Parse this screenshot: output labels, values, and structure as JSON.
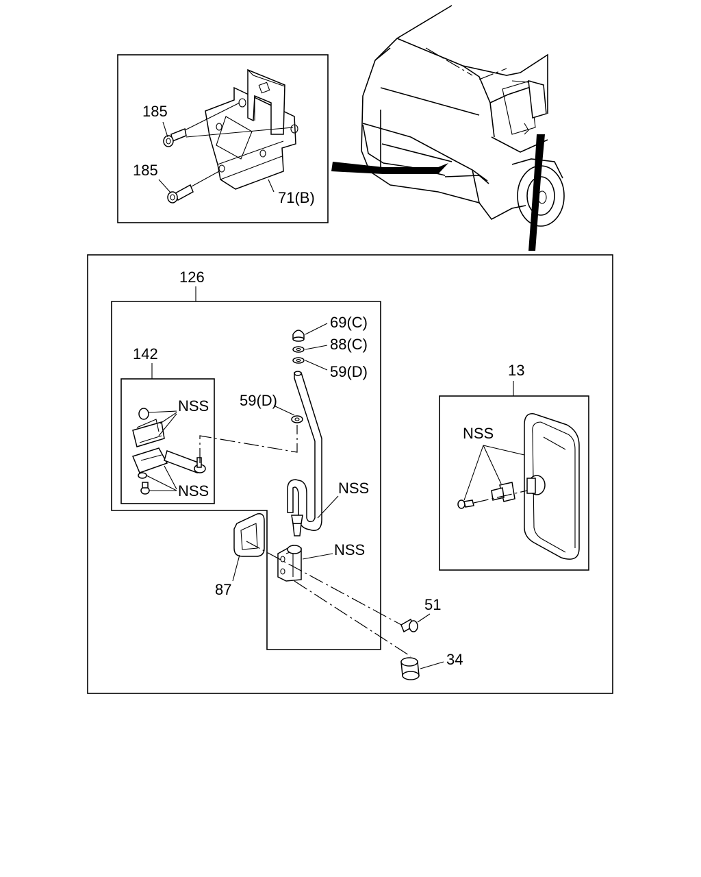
{
  "diagram": {
    "type": "exploded parts diagram",
    "labels": {
      "bolt_upper": "185",
      "bolt_lower": "185",
      "bracket": "71(B)",
      "arm_assembly": "126",
      "stay_assembly": "142",
      "nut_cap": "69(C)",
      "washer_top": "88(C)",
      "washer_mid": "59(D)",
      "washer_left": "59(D)",
      "nss_stay_top": "NSS",
      "nss_stay_bottom": "NSS",
      "nss_arm": "NSS",
      "nss_hinge": "NSS",
      "mirror": "13",
      "nss_mirror": "NSS",
      "gasket": "87",
      "screw": "51",
      "cap": "34"
    }
  }
}
